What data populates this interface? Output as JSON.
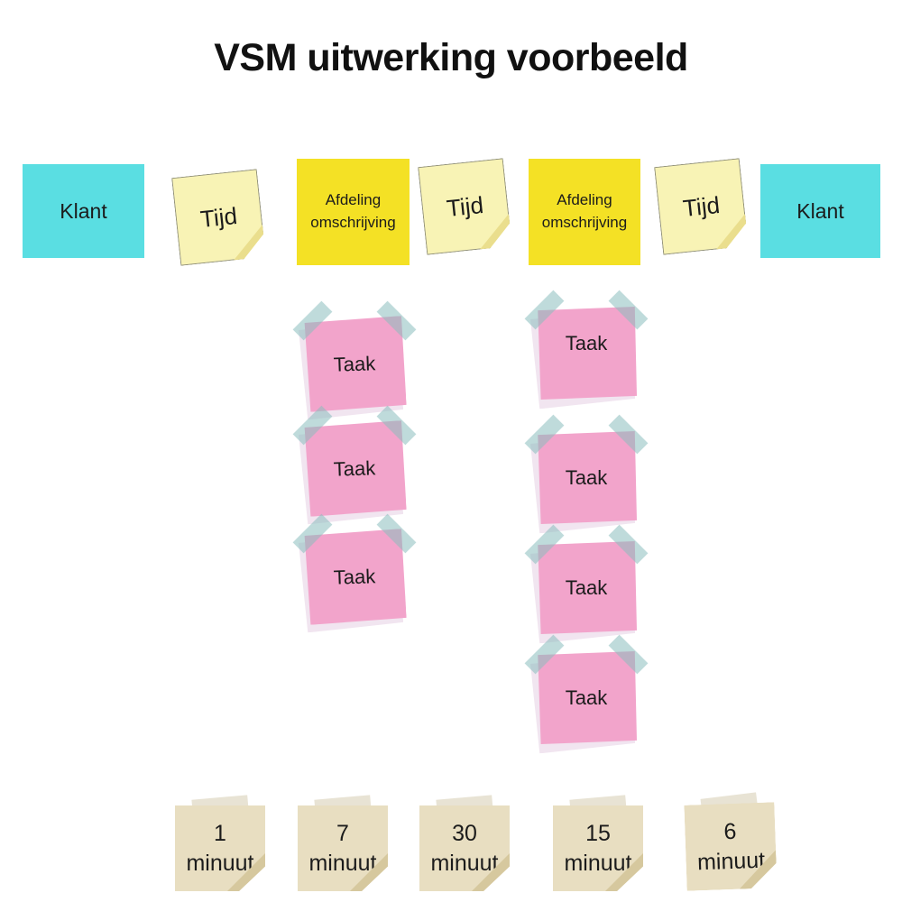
{
  "title": "VSM uitwerking voorbeeld",
  "top_row": [
    {
      "type": "customer",
      "label": "Klant"
    },
    {
      "type": "time",
      "label": "Tijd"
    },
    {
      "type": "department",
      "label": "Afdeling omschrijving"
    },
    {
      "type": "time",
      "label": "Tijd"
    },
    {
      "type": "department",
      "label": "Afdeling omschrijving"
    },
    {
      "type": "time",
      "label": "Tijd"
    },
    {
      "type": "customer",
      "label": "Klant"
    }
  ],
  "task_columns": [
    {
      "tasks": [
        "Taak",
        "Taak",
        "Taak"
      ]
    },
    {
      "tasks": [
        "Taak",
        "Taak",
        "Taak",
        "Taak"
      ]
    }
  ],
  "time_notes": [
    {
      "value": "1",
      "unit": "minuut"
    },
    {
      "value": "7",
      "unit": "minuut"
    },
    {
      "value": "30",
      "unit": "minuut"
    },
    {
      "value": "15",
      "unit": "minuut"
    },
    {
      "value": "6",
      "unit": "minuut"
    }
  ],
  "colors": {
    "customer_cyan": "#5ADEE2",
    "department_yellow": "#F4E125",
    "time_note_pale_yellow": "#F8F3B5",
    "task_pink": "#F2A4CB",
    "tape_blue": "#8BBDBD",
    "minute_beige": "#E8DEC1",
    "minute_fold": "#D6C89E",
    "text": "#1B1B1B"
  }
}
